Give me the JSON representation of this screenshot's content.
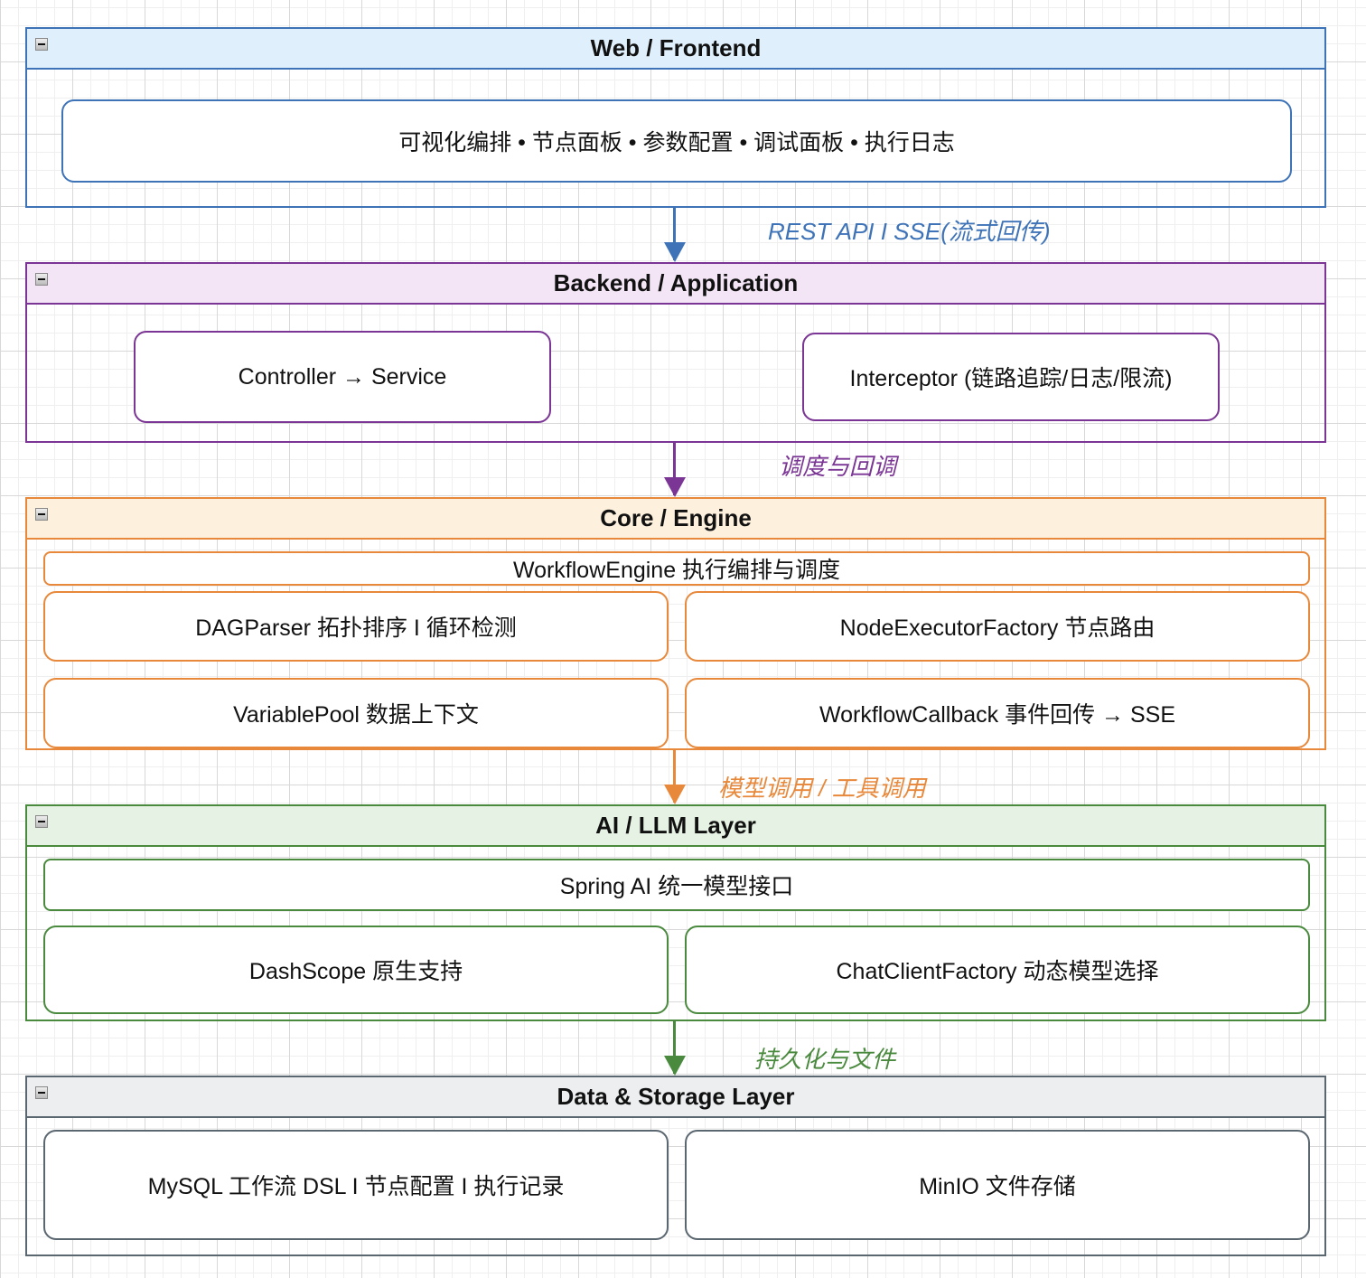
{
  "colors": {
    "web": "#3e73b8",
    "backend": "#7b3595",
    "core": "#e8883a",
    "ai": "#4a8a3e",
    "data": "#5a6670"
  },
  "layers": {
    "web": {
      "title": "Web / Frontend",
      "boxes": [
        "可视化编排 • 节点面板 • 参数配置 • 调试面板 • 执行日志"
      ]
    },
    "backend": {
      "title": "Backend / Application",
      "boxes": [
        "Controller → Service",
        "Interceptor (链路追踪/日志/限流)"
      ]
    },
    "core": {
      "title": "Core / Engine",
      "boxes": [
        "WorkflowEngine 执行编排与调度",
        "DAGParser 拓扑排序 I 循环检测",
        "NodeExecutorFactory 节点路由",
        "VariablePool 数据上下文",
        "WorkflowCallback 事件回传 → SSE"
      ]
    },
    "ai": {
      "title": "AI / LLM Layer",
      "boxes": [
        "Spring AI 统一模型接口",
        "DashScope 原生支持",
        "ChatClientFactory 动态模型选择"
      ]
    },
    "data": {
      "title": "Data & Storage Layer",
      "boxes": [
        "MySQL 工作流 DSL I 节点配置 I 执行记录",
        "MinIO 文件存储"
      ]
    }
  },
  "edges": [
    {
      "from": "Web / Frontend",
      "to": "Backend / Application",
      "label": "REST API I SSE(流式回传)"
    },
    {
      "from": "Backend / Application",
      "to": "Core / Engine",
      "label": "调度与回调"
    },
    {
      "from": "Core / Engine",
      "to": "AI / LLM Layer",
      "label": "模型调用 / 工具调用"
    },
    {
      "from": "AI / LLM Layer",
      "to": "Data & Storage Layer",
      "label": "持久化与文件"
    }
  ],
  "icons": {
    "collapse": "minus-square-icon"
  }
}
